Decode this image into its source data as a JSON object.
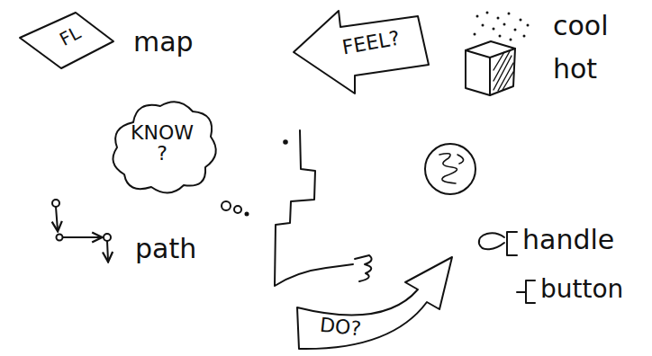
{
  "diagram": {
    "nodes": [
      {
        "text": [
          "FL"
        ]
      },
      {
        "text": [
          "FEEL?"
        ]
      },
      {
        "text": [
          "KNOW ?"
        ]
      },
      {
        "text": [
          "DO?"
        ]
      }
    ],
    "labels": [
      "map",
      "cool",
      "hot",
      "path",
      "handle",
      "button"
    ]
  }
}
